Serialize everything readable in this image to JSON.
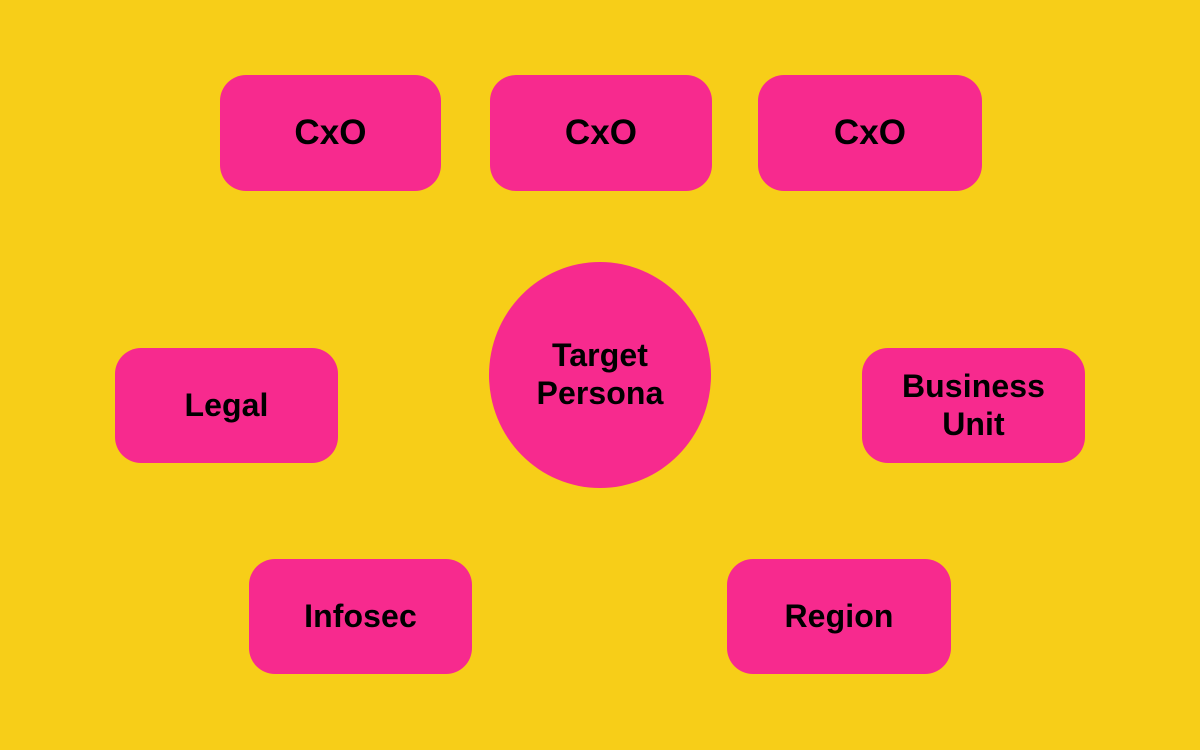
{
  "diagram": {
    "title": "Target Persona",
    "background_color": "#f7ce18",
    "node_color": "#f72a8e",
    "text_color": "#000000",
    "center": {
      "id": "target-persona",
      "shape": "circle",
      "label": "Target Persona",
      "label_lines": [
        "Target",
        "Persona"
      ]
    },
    "top_row": [
      {
        "id": "cxo-1",
        "shape": "rounded-rect",
        "label": "CxO"
      },
      {
        "id": "cxo-2",
        "shape": "rounded-rect",
        "label": "CxO"
      },
      {
        "id": "cxo-3",
        "shape": "rounded-rect",
        "label": "CxO"
      }
    ],
    "middle_row": [
      {
        "id": "legal",
        "shape": "rounded-rect",
        "label": "Legal"
      },
      {
        "id": "business-unit",
        "shape": "rounded-rect",
        "label": "Business Unit",
        "label_lines": [
          "Business",
          "Unit"
        ]
      }
    ],
    "bottom_row": [
      {
        "id": "infosec",
        "shape": "rounded-rect",
        "label": "Infosec"
      },
      {
        "id": "region",
        "shape": "rounded-rect",
        "label": "Region"
      }
    ]
  }
}
